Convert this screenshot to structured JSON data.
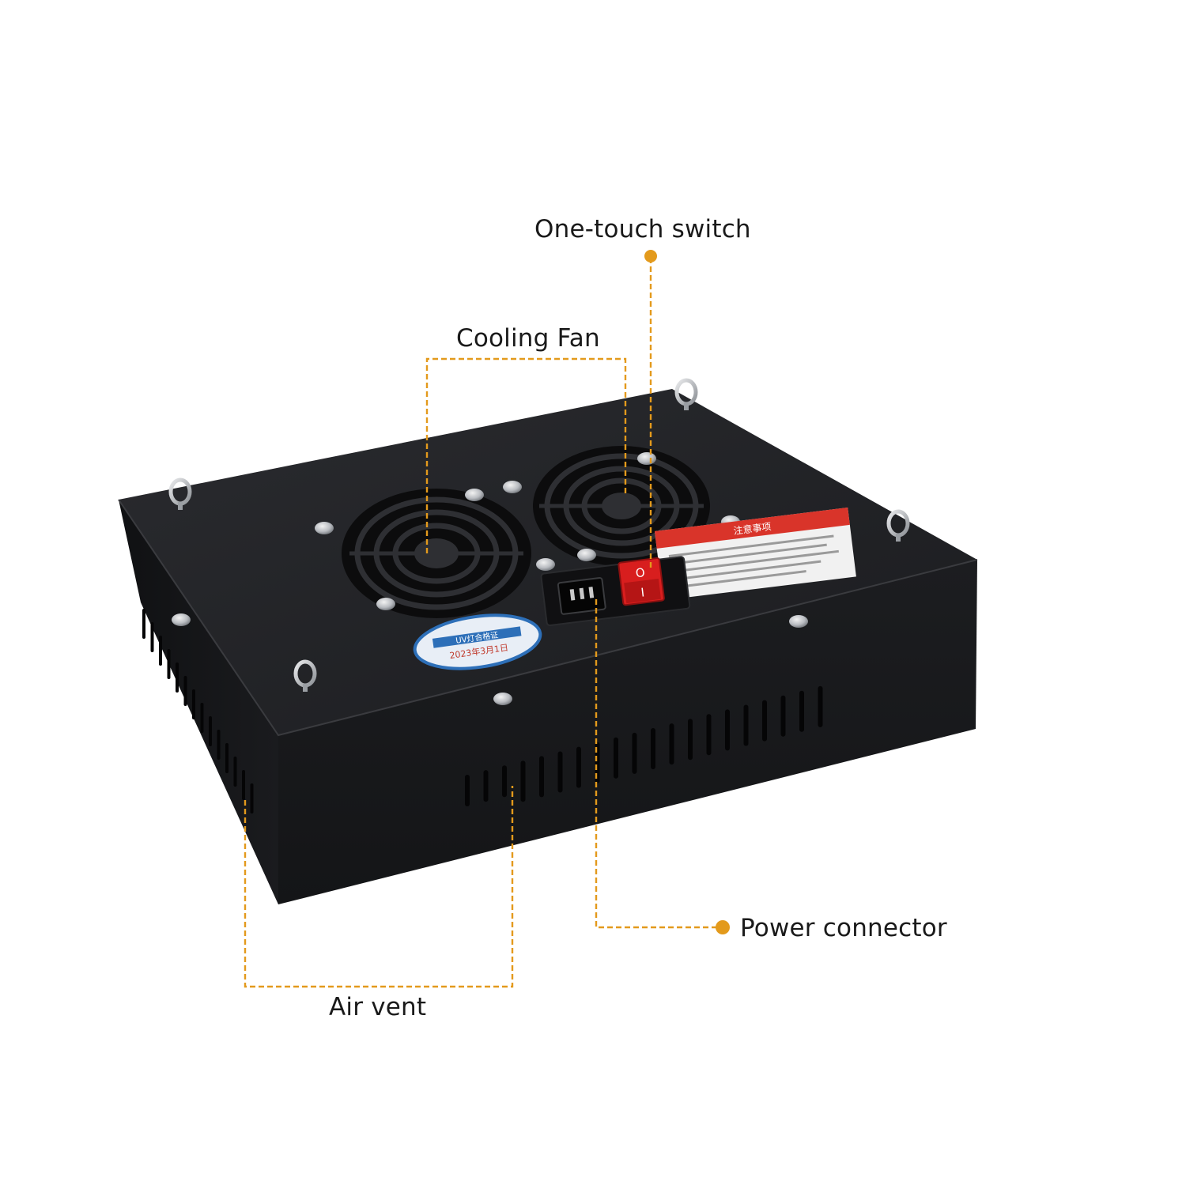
{
  "callouts": {
    "switch": "One-touch switch",
    "fan": "Cooling Fan",
    "power": "Power connector",
    "vent": "Air vent"
  },
  "device": {
    "round_sticker_line1": "UV灯合格证",
    "round_sticker_line2": "2023年3月1日",
    "switch_marks": [
      "O",
      "I"
    ],
    "warning_label_title": "注意事项"
  },
  "colors": {
    "accent": "#e39a1c",
    "body": "#17181b",
    "body_top": "#222326",
    "switch_red": "#d81e1e",
    "label_red": "#d9342a",
    "sticker_blue": "#2d6fb8"
  }
}
